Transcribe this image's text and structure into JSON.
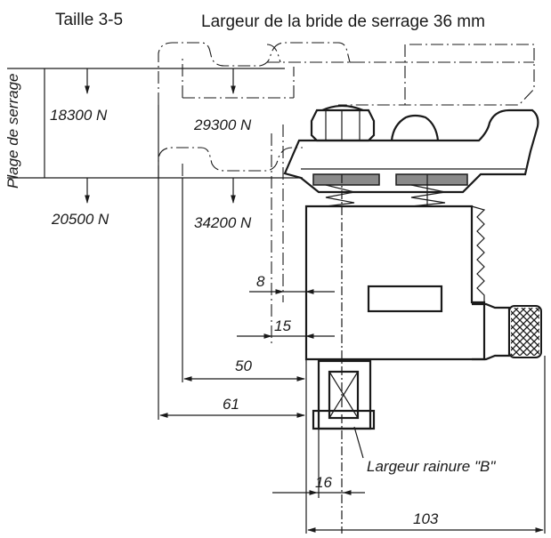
{
  "header": {
    "size": "Taille 3-5",
    "clamp_width": "Largeur de la bride de serrage 36 mm"
  },
  "side_label": "Plage de serrage",
  "forces": {
    "upper_left": "18300 N",
    "upper_right": "29300 N",
    "lower_left": "20500 N",
    "lower_right": "34200 N"
  },
  "dimensions": {
    "d8": "8",
    "d15": "15",
    "d50": "50",
    "d61": "61",
    "d16": "16",
    "d103": "103"
  },
  "groove_label": "Largeur rainure \"B\""
}
